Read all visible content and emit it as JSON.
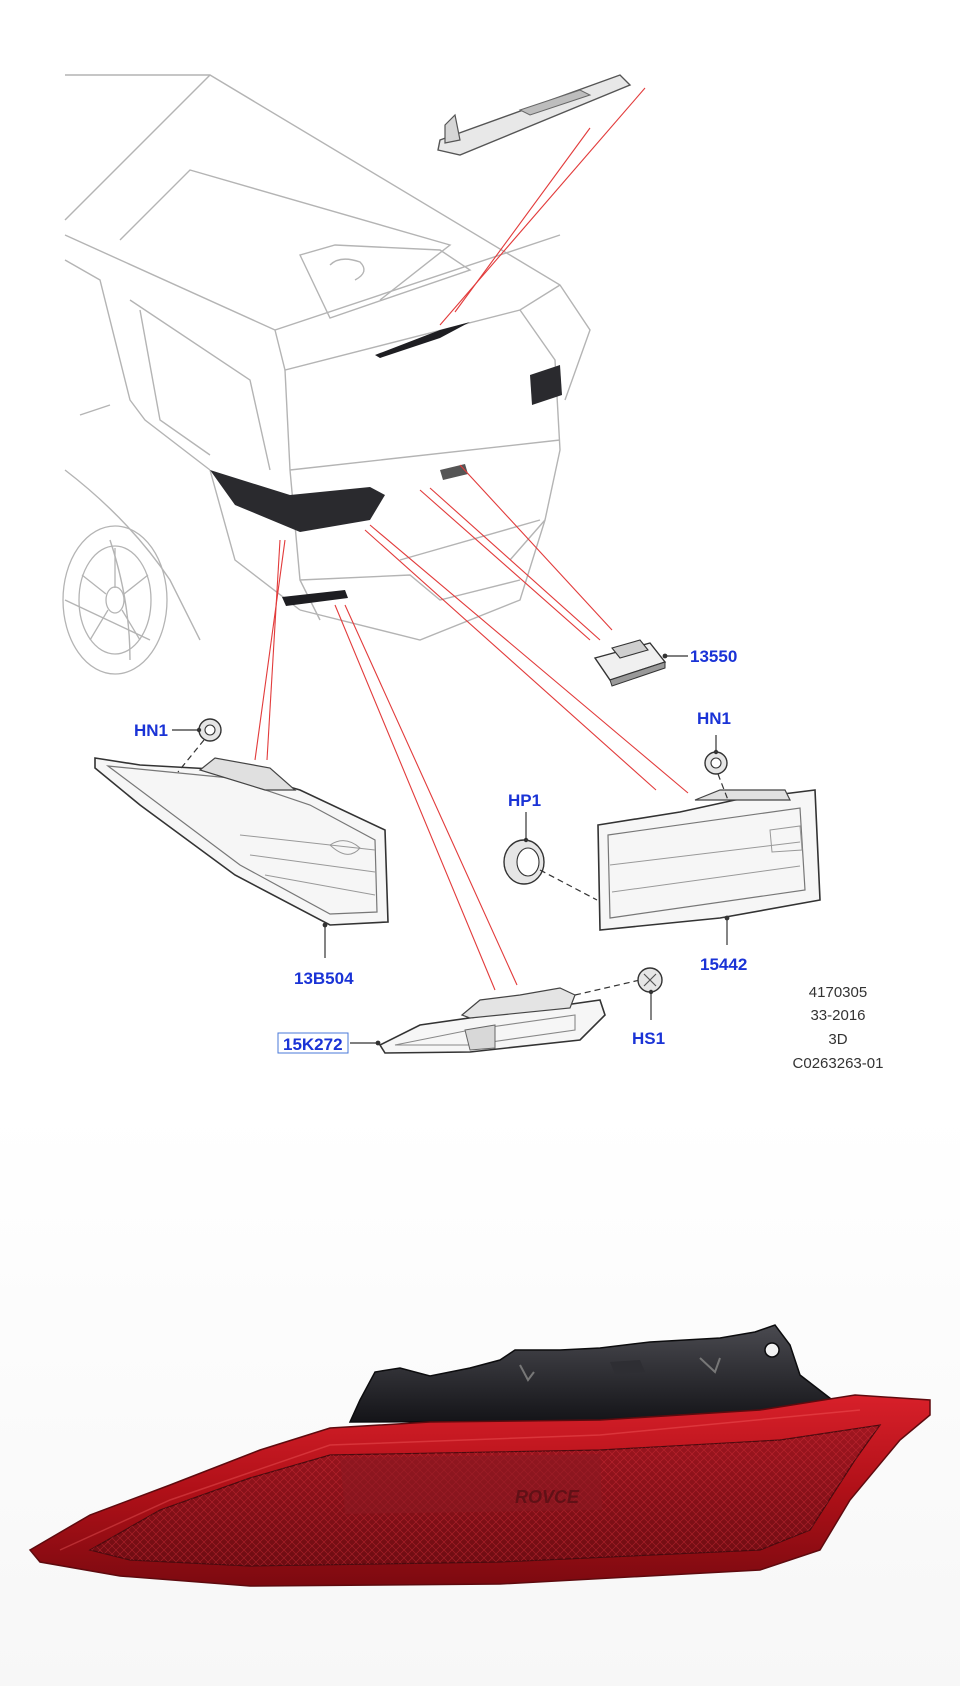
{
  "colors": {
    "callout": "#1a33d6",
    "leader": "#e23b3b",
    "outline": "#8a8a8a",
    "lamp_red": "#c4121c",
    "housing": "#1e1e22"
  },
  "callouts": {
    "part_13550": "13550",
    "hn1_left": "HN1",
    "hn1_right": "HN1",
    "hp1": "HP1",
    "part_13b504": "13B504",
    "part_15442": "15442",
    "part_15k272": "15K272",
    "hs1": "HS1"
  },
  "reference": {
    "line1": "4170305",
    "line2": "33-2016",
    "line3": "3D",
    "line4": "C0263263-01"
  },
  "photo": {
    "lens_marking": "ROVCE"
  }
}
